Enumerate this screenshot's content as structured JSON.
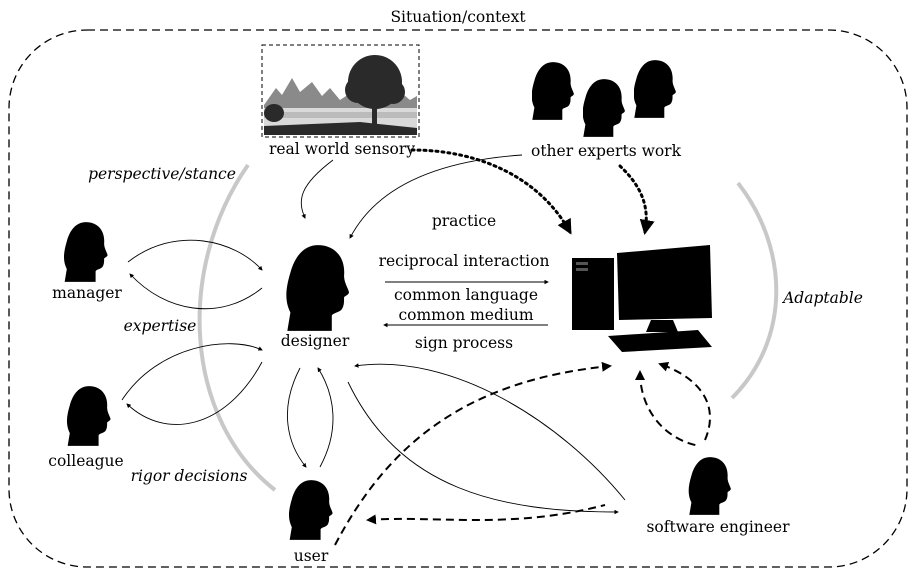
{
  "title": "Situation/context",
  "labels": {
    "real_world": "real world sensory",
    "other_experts": "other experts work",
    "perspective": "perspective/stance",
    "practice": "practice",
    "reciprocal": "reciprocal interaction",
    "common_language": "common language",
    "common_medium": "common medium",
    "sign_process": "sign process",
    "adaptable": "Adaptable",
    "manager": "manager",
    "expertise": "expertise",
    "designer": "designer",
    "colleague": "colleague",
    "rigor": "rigor decisions",
    "user": "user",
    "software_engineer": "software engineer"
  },
  "colors": {
    "line": "#000000",
    "arc": "#c8c8c8",
    "scene_dark": "#2a2a2a",
    "scene_mid": "#8a8a8a",
    "scene_light": "#d9d9d9"
  }
}
